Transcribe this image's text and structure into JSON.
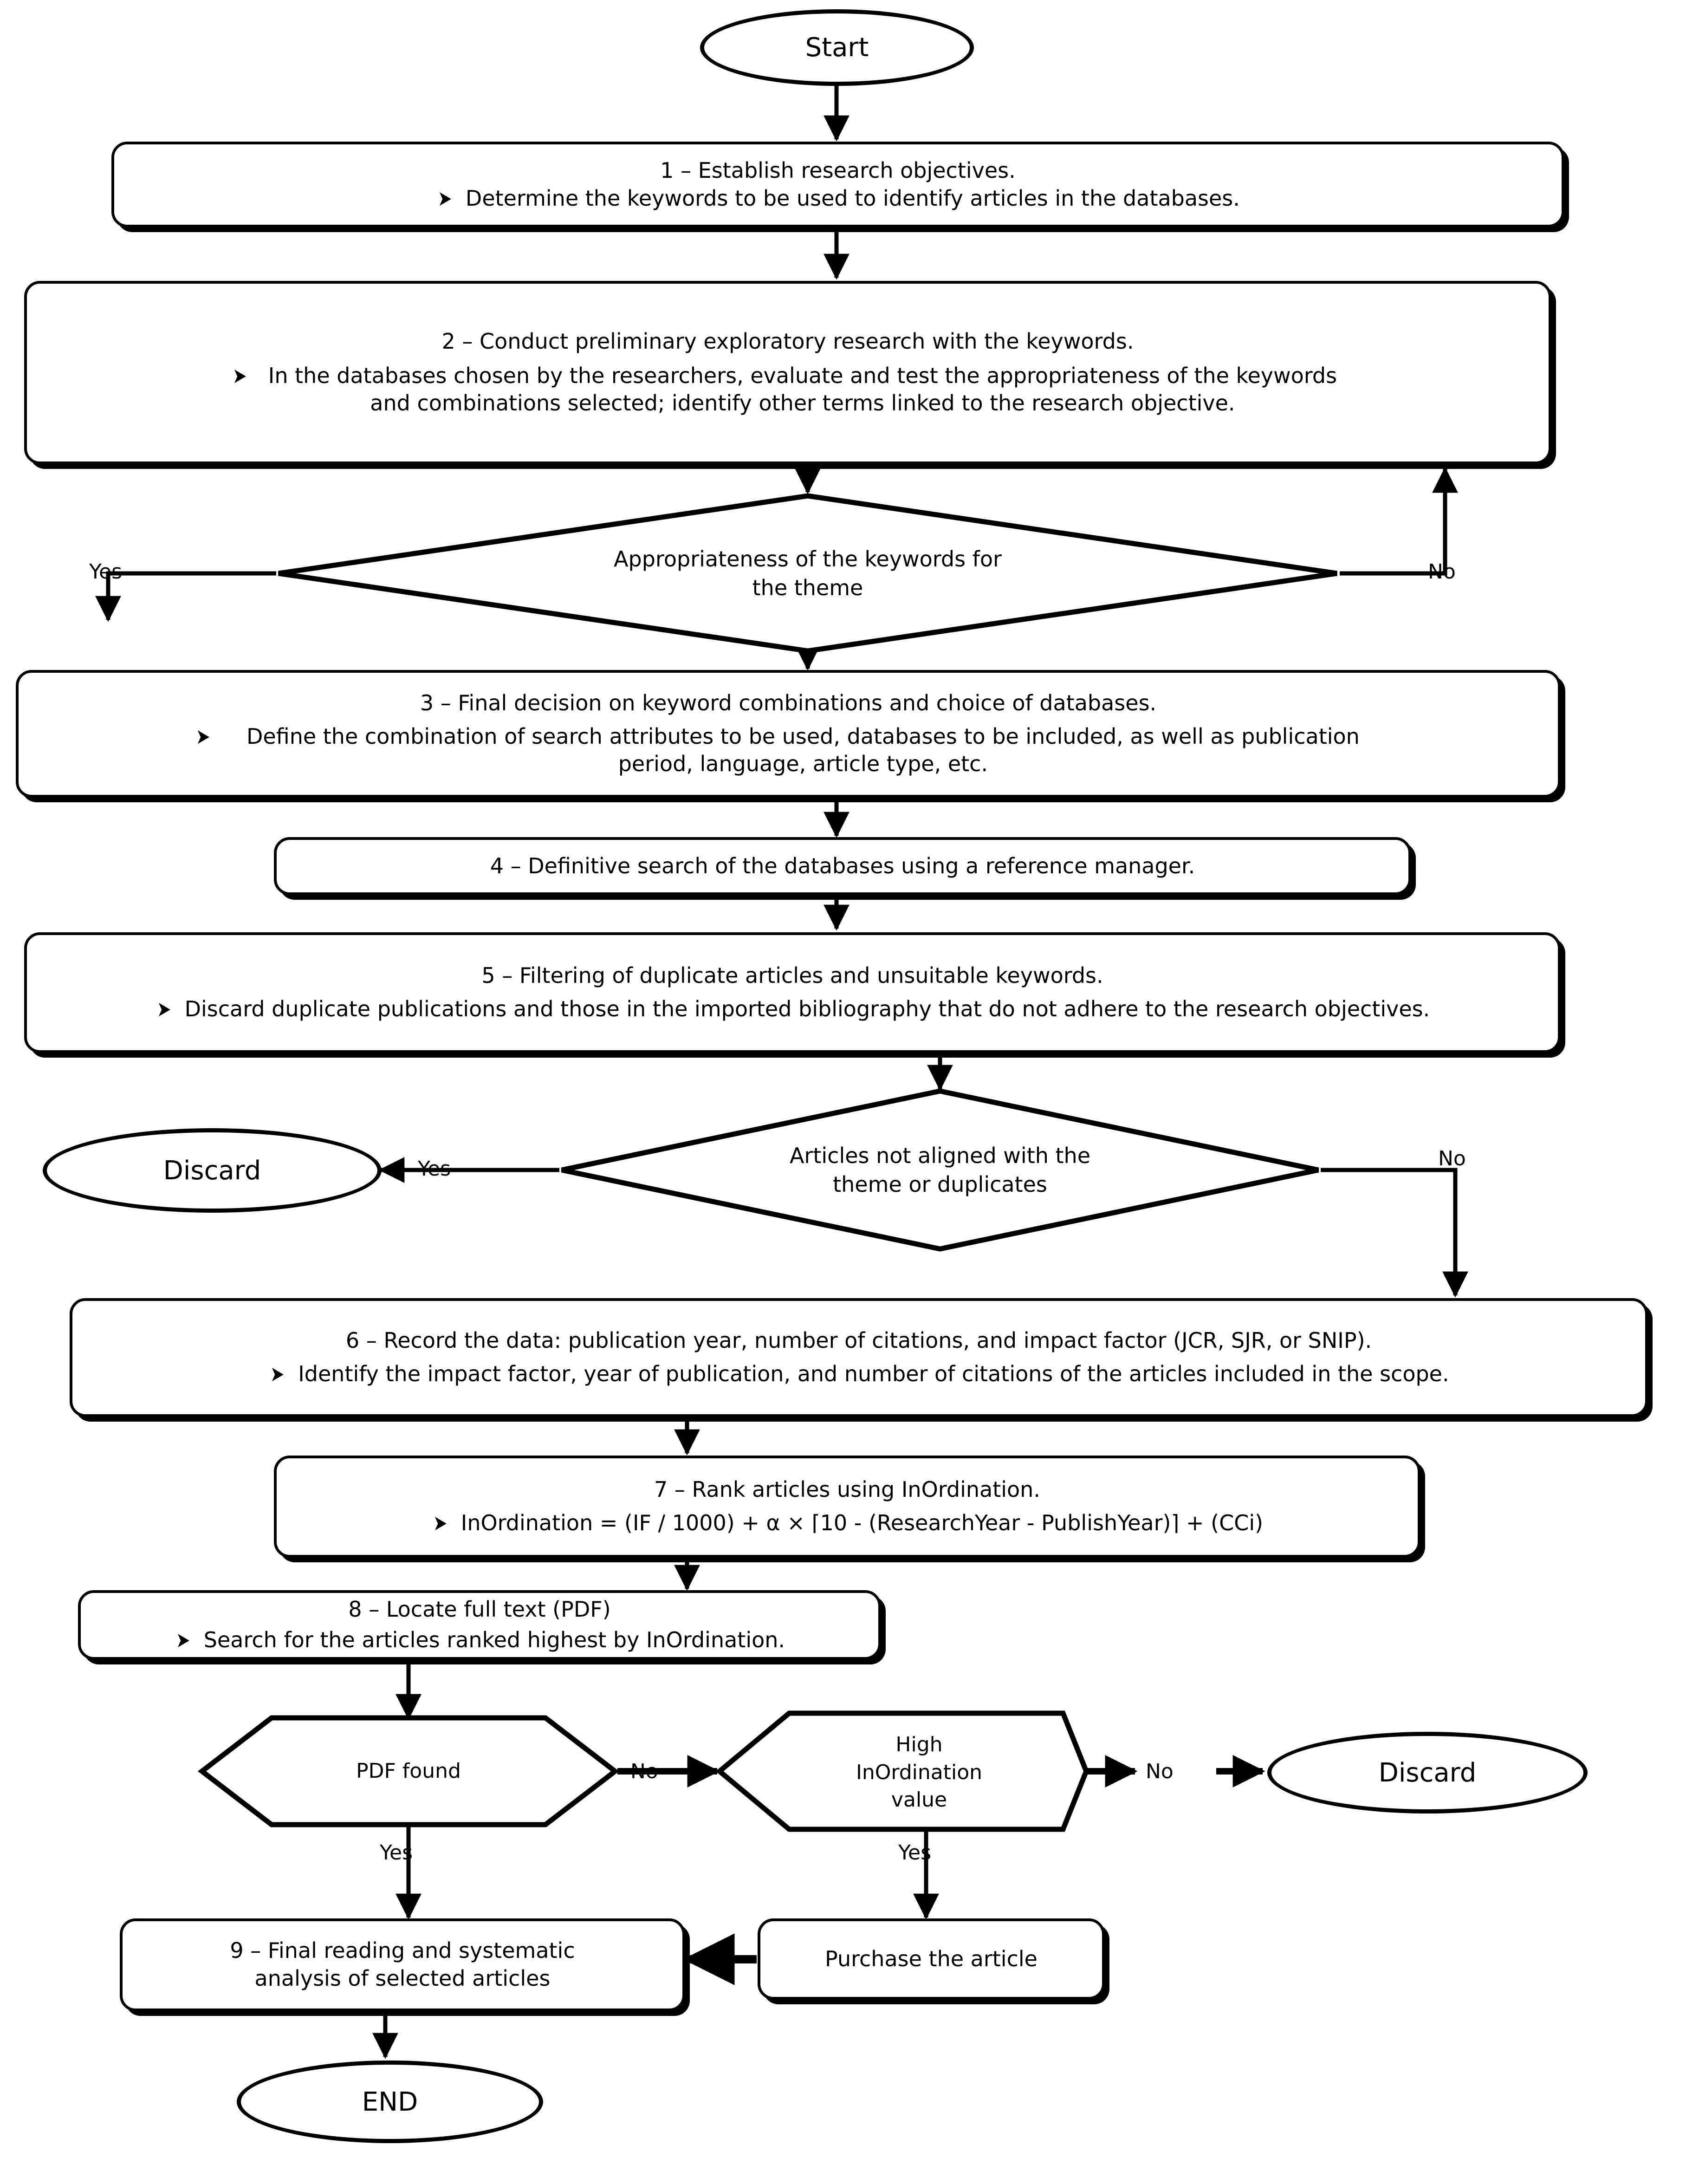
{
  "chart_data": {
    "type": "diagram",
    "title": "Systematic literature review methodology flowchart",
    "nodes": [
      {
        "id": "start",
        "shape": "ellipse",
        "label": "Start"
      },
      {
        "id": "step1",
        "shape": "process",
        "title": "1 – Establish research objectives.",
        "bullets": [
          "Determine the keywords to be used to identify articles in the databases."
        ]
      },
      {
        "id": "step2",
        "shape": "process",
        "title": "2 – Conduct preliminary exploratory research with the keywords.",
        "bullets": [
          "In the databases chosen by the researchers, evaluate and test the appropriateness of the keywords and combinations selected; identify other terms linked to the research objective."
        ]
      },
      {
        "id": "dec1",
        "shape": "diamond",
        "label": "Appropriateness of the keywords for the theme"
      },
      {
        "id": "step3",
        "shape": "process",
        "title": "3 – Final decision on keyword combinations and choice of databases.",
        "bullets": [
          "Define the combination of search attributes to be used, databases to be included, as well as publication period, language, article type, etc."
        ]
      },
      {
        "id": "step4",
        "shape": "process",
        "title": "4 – Definitive search of the databases using a reference manager.",
        "bullets": []
      },
      {
        "id": "step5",
        "shape": "process",
        "title": "5 – Filtering of duplicate articles and unsuitable keywords.",
        "bullets": [
          "Discard duplicate publications and those in the imported bibliography that do not adhere to the research objectives."
        ]
      },
      {
        "id": "dec2",
        "shape": "diamond",
        "label": "Articles not aligned with the theme or duplicates"
      },
      {
        "id": "discard1",
        "shape": "ellipse",
        "label": "Discard"
      },
      {
        "id": "step6",
        "shape": "process",
        "title": "6 – Record the data: publication year, number of citations, and impact factor (JCR, SJR, or SNIP).",
        "bullets": [
          "Identify the impact factor, year of publication, and number of citations of the articles included in the scope."
        ]
      },
      {
        "id": "step7",
        "shape": "process",
        "title": "7 – Rank articles using InOrdination.",
        "bullets": [
          "InOrdination = (IF / 1000) + α × ⌈10 - (ResearchYear - PublishYear)⌉ + (CCi)"
        ]
      },
      {
        "id": "step8",
        "shape": "process",
        "title": "8 – Locate full text (PDF)",
        "bullets": [
          "Search for the articles ranked highest by InOrdination."
        ]
      },
      {
        "id": "hex1",
        "shape": "hexagon",
        "label": "PDF found"
      },
      {
        "id": "hex2",
        "shape": "hexagon",
        "label": "High InOrdination value"
      },
      {
        "id": "discard2",
        "shape": "ellipse",
        "label": "Discard"
      },
      {
        "id": "purchase",
        "shape": "process",
        "title": "Purchase the article",
        "bullets": []
      },
      {
        "id": "step9",
        "shape": "process",
        "title": "9 – Final reading and systematic analysis of selected articles",
        "bullets": []
      },
      {
        "id": "end",
        "shape": "ellipse",
        "label": "END"
      }
    ],
    "edges": [
      {
        "from": "start",
        "to": "step1",
        "label": ""
      },
      {
        "from": "step1",
        "to": "step2",
        "label": ""
      },
      {
        "from": "step2",
        "to": "dec1",
        "label": ""
      },
      {
        "from": "dec1",
        "to": "step3",
        "label": "Yes"
      },
      {
        "from": "dec1",
        "to": "step2",
        "label": "No"
      },
      {
        "from": "step3",
        "to": "step4",
        "label": ""
      },
      {
        "from": "step4",
        "to": "step5",
        "label": ""
      },
      {
        "from": "step5",
        "to": "dec2",
        "label": ""
      },
      {
        "from": "dec2",
        "to": "discard1",
        "label": "Yes"
      },
      {
        "from": "dec2",
        "to": "step6",
        "label": "No"
      },
      {
        "from": "step6",
        "to": "step7",
        "label": ""
      },
      {
        "from": "step7",
        "to": "step8",
        "label": ""
      },
      {
        "from": "step8",
        "to": "hex1",
        "label": ""
      },
      {
        "from": "hex1",
        "to": "hex2",
        "label": "No"
      },
      {
        "from": "hex1",
        "to": "step9",
        "label": "Yes"
      },
      {
        "from": "hex2",
        "to": "discard2",
        "label": "No"
      },
      {
        "from": "hex2",
        "to": "purchase",
        "label": "Yes"
      },
      {
        "from": "purchase",
        "to": "step9",
        "label": ""
      },
      {
        "from": "step9",
        "to": "end",
        "label": ""
      }
    ]
  },
  "flow": {
    "start": {
      "label": "Start"
    },
    "step1": {
      "title": "1 – Establish research objectives.",
      "bullet1": "Determine the keywords to be used to identify articles in the databases.",
      "bullet_glyph": "➤"
    },
    "step2": {
      "title": "2 – Conduct preliminary exploratory research with the keywords.",
      "bullet1": "In the databases chosen by the researchers, evaluate and test the appropriateness of the keywords and combinations selected; identify other terms linked to the research objective.",
      "bullet_glyph": "➤"
    },
    "decision1": {
      "line1": "Appropriateness of the keywords for",
      "line2": "the theme",
      "yes_label": "Yes",
      "no_label": "No"
    },
    "step3": {
      "title": "3 – Final decision on keyword combinations and choice of databases.",
      "bullet1": "Define the combination of search attributes to be used, databases to be included, as well as publication period, language, article type, etc.",
      "bullet_glyph": "➤"
    },
    "step4": {
      "title": "4 – Definitive search of the databases using a reference manager."
    },
    "step5": {
      "title": "5 – Filtering of duplicate articles and unsuitable keywords.",
      "bullet1": "Discard duplicate publications and those in the imported bibliography that do not adhere to the research objectives.",
      "bullet_glyph": "➤"
    },
    "decision2": {
      "line1": "Articles not aligned with the",
      "line2": "theme or duplicates",
      "yes_label": "Yes",
      "no_label": "No"
    },
    "discard1": {
      "label": "Discard"
    },
    "step6": {
      "title": "6 – Record the data: publication year, number of citations, and impact factor (JCR, SJR, or SNIP).",
      "bullet1": "Identify the impact factor, year of publication, and number of citations of the articles included in the scope.",
      "bullet_glyph": "➤"
    },
    "step7": {
      "title": "7 – Rank articles using InOrdination.",
      "bullet1": "InOrdination = (IF / 1000) + α × ⌈10 - (ResearchYear - PublishYear)⌉ + (CCi)",
      "bullet_glyph": "➤"
    },
    "step8": {
      "title": "8 – Locate full text (PDF)",
      "bullet1": "Search for the articles ranked highest by InOrdination.",
      "bullet_glyph": "➤"
    },
    "hex1": {
      "label": "PDF found",
      "no_label": "No",
      "yes_label": "Yes"
    },
    "hex2": {
      "line1": "High",
      "line2": "InOrdination",
      "line3": "value",
      "no_label": "No",
      "yes_label": "Yes"
    },
    "discard2": {
      "label": "Discard"
    },
    "purchase": {
      "label": "Purchase the article"
    },
    "step9": {
      "line1": "9 – Final reading and systematic",
      "line2": "analysis of selected articles"
    },
    "end": {
      "label": "END"
    }
  },
  "colors": {
    "stroke": "#000000",
    "fill": "#ffffff",
    "text": "#000000"
  }
}
